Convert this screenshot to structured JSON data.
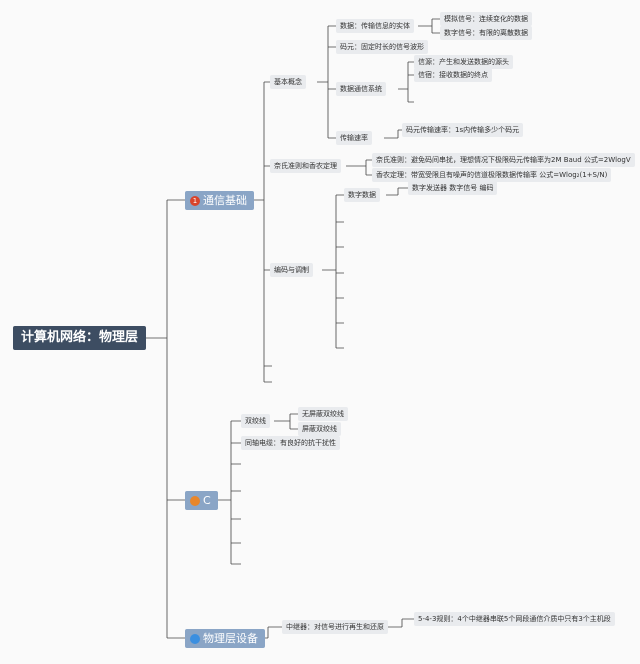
{
  "root": {
    "label": "计算机网络：物理层"
  },
  "branches": [
    {
      "label": "通信基础",
      "badge": {
        "text": "1",
        "color": "#d9442b"
      },
      "children": [
        {
          "label": "基本概念",
          "children": [
            {
              "label": "数据：传输信息的实体",
              "children": [
                {
                  "label": "模拟信号：连续变化的数据"
                },
                {
                  "label": "数字信号：有限的离散数据"
                }
              ]
            },
            {
              "label": "码元：固定时长的信号波形"
            },
            {
              "label": "数据通信系统",
              "children": [
                {
                  "label": "信源：产生和发送数据的源头"
                },
                {
                  "label": "信宿：接收数据的终点"
                }
              ]
            },
            {
              "label": "传输速率",
              "children": [
                {
                  "label": "码元传输速率：1s内传输多少个码元"
                }
              ]
            }
          ]
        },
        {
          "label": "奈氏准则和香农定理",
          "children": [
            {
              "label": "奈氏准则：避免码间串扰，理想情况下极限码元传输率为2M Baud 公式=2WlogV"
            },
            {
              "label": "香农定理：带宽受限且有噪声的信道极限数据传输率 公式=Wlog₂(1+S/N)"
            }
          ]
        },
        {
          "label": "编码与调制",
          "children": [
            {
              "label": "数字数据",
              "children": [
                {
                  "label": "数字发送器 数字信号 编码"
                }
              ]
            }
          ]
        }
      ]
    },
    {
      "label": "C",
      "badge": {
        "text": "",
        "color": "#e8862a"
      },
      "children": [
        {
          "label": "双绞线",
          "children": [
            {
              "label": "无屏蔽双绞线"
            },
            {
              "label": "屏蔽双绞线"
            }
          ]
        },
        {
          "label": "同轴电缆：有良好的抗干扰性"
        }
      ]
    },
    {
      "label": "物理层设备",
      "badge": {
        "text": "",
        "color": "#3b8fe0"
      },
      "children": [
        {
          "label": "中继器：对信号进行再生和还原",
          "children": [
            {
              "label": "5-4-3规则：4个中继器串联5个网段通信介质中只有3个主机段"
            }
          ]
        }
      ]
    }
  ]
}
